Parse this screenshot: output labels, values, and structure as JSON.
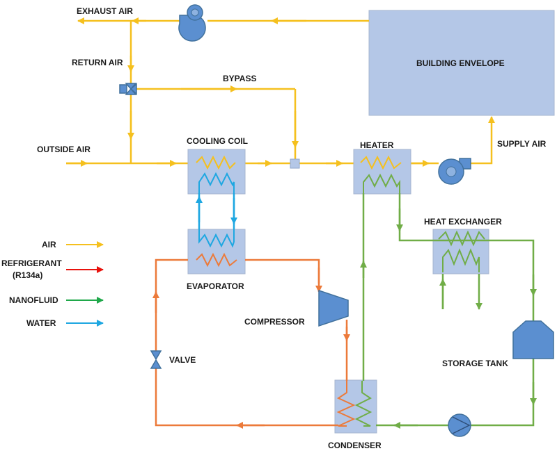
{
  "labels": {
    "exhaust_air": "EXHAUST AIR",
    "return_air": "RETURN AIR",
    "bypass": "BYPASS",
    "outside_air": "OUTSIDE AIR",
    "cooling_coil": "COOLING COIL",
    "heater": "HEATER",
    "supply_air": "SUPPLY AIR",
    "building_envelope": "BUILDING ENVELOPE",
    "heat_exchanger": "HEAT EXCHANGER",
    "evaporator": "EVAPORATOR",
    "compressor": "COMPRESSOR",
    "valve": "VALVE",
    "storage_tank": "STORAGE TANK",
    "condenser": "CONDENSER"
  },
  "legend": [
    {
      "label": "AIR",
      "color": "#F5C01E"
    },
    {
      "label_line1": "REFRIGERANT",
      "label_line2": "(R134a)",
      "color": "#E8120C"
    },
    {
      "label": "NANOFLUID",
      "color": "#1FA84A"
    },
    {
      "label": "WATER",
      "color": "#1EA7E1"
    }
  ],
  "colors": {
    "air": "#F5C01E",
    "refrigerant_line": "#EC7A3A",
    "nanofluid_line": "#70AD47",
    "water": "#1EA7E1",
    "component_fill": "#B4C7E7",
    "equipment_fill": "#5B8FD0"
  },
  "icons": [
    "fan-icon",
    "three-way-valve-icon",
    "compressor-icon",
    "valve-icon",
    "storage-tank-icon",
    "pump-icon"
  ]
}
